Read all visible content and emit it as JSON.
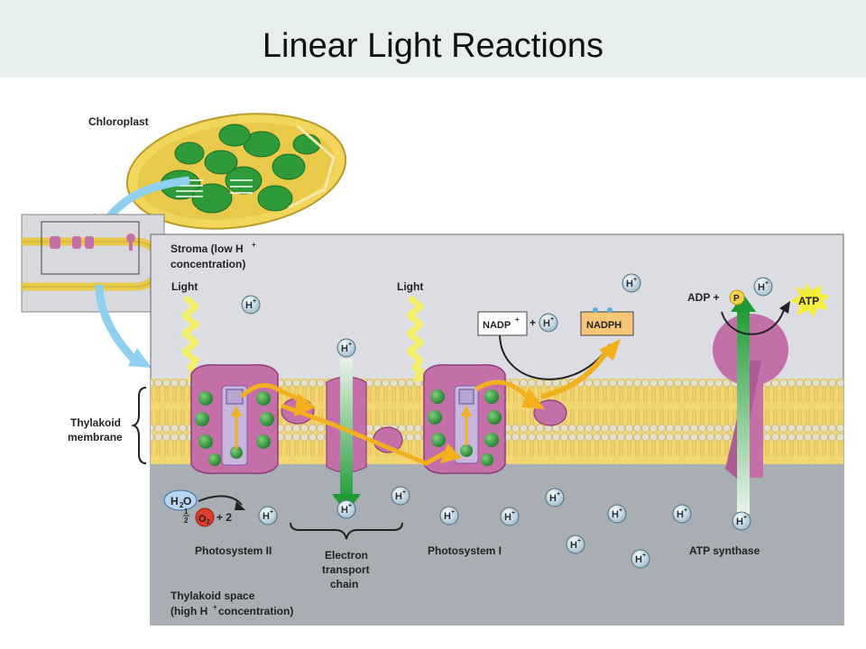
{
  "title": "Linear Light Reactions",
  "labels": {
    "chloroplast": "Chloroplast",
    "stroma_line1": "Stroma (low H",
    "stroma_line2": "concentration)",
    "light1": "Light",
    "light2": "Light",
    "thylakoid_membrane_line1": "Thylakoid",
    "thylakoid_membrane_line2": "membrane",
    "photosystem2": "Photosystem II",
    "photosystem1": "Photosystem I",
    "etc_line1": "Electron",
    "etc_line2": "transport",
    "etc_line3": "chain",
    "atp_synthase": "ATP synthase",
    "thylakoid_space_line1": "Thylakoid space",
    "thylakoid_space_line2_a": "(high H",
    "thylakoid_space_line2_b": " concentration)",
    "nadp": "NADP",
    "nadph": "NADPH",
    "adp": "ADP +",
    "p": "P",
    "atp": "ATP",
    "h2o": "H",
    "o2_coef": "2",
    "o2": "O",
    "plus2": "+ 2",
    "plus": "+",
    "h": "H",
    "plus_sign": "+",
    "sub2": "2",
    "frac_num": "1",
    "frac_den": "2"
  },
  "colors": {
    "stroma": "#dcdde2",
    "lumen": "#a9adb4",
    "membrane_lipid": "#f3d77a",
    "protein": "#c46fa8",
    "chlorophyll": "#2f9a3f",
    "electron_arrow": "#f2b01e",
    "proton_arrow": "#2aa13b",
    "light": "#f4f06a"
  }
}
